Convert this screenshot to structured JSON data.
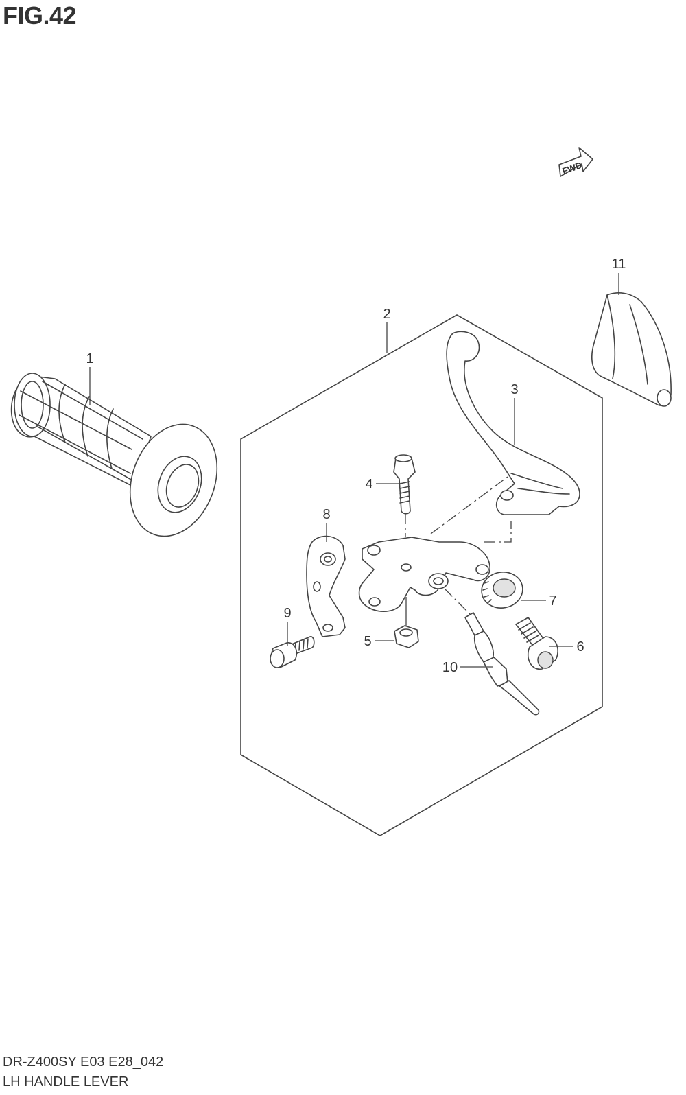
{
  "figure": {
    "title": "FIG.42",
    "code": "DR-Z400SY E03 E28_042",
    "name": "LH HANDLE LEVER"
  },
  "direction_marker": {
    "label": "FWD",
    "icon": "fwd-arrow-icon"
  },
  "callouts": [
    {
      "number": "1",
      "part": "grip"
    },
    {
      "number": "2",
      "part": "lever-assembly"
    },
    {
      "number": "3",
      "part": "lever"
    },
    {
      "number": "4",
      "part": "pivot-bolt"
    },
    {
      "number": "5",
      "part": "nut"
    },
    {
      "number": "6",
      "part": "adjuster"
    },
    {
      "number": "7",
      "part": "adjuster-locknut"
    },
    {
      "number": "8",
      "part": "clamp"
    },
    {
      "number": "9",
      "part": "clamp-bolt"
    },
    {
      "number": "10",
      "part": "switch"
    },
    {
      "number": "11",
      "part": "lever-cover"
    }
  ]
}
